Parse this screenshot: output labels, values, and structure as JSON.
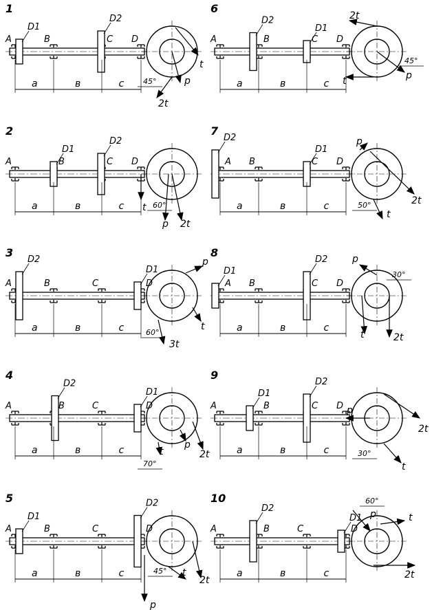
{
  "title": "Shaft loading schemes 1–10",
  "panels": [
    {
      "number": "1",
      "bearings": [
        "A",
        "B",
        "C",
        "D"
      ],
      "disks": [
        "D1",
        "D2"
      ],
      "dims": [
        "a",
        "в",
        "c"
      ],
      "forces": [
        "t",
        "p",
        "2t"
      ],
      "angle": "45°"
    },
    {
      "number": "2",
      "bearings": [
        "A",
        "B",
        "C",
        "D"
      ],
      "disks": [
        "D1",
        "D2"
      ],
      "dims": [
        "a",
        "в",
        "c"
      ],
      "forces": [
        "t",
        "p",
        "2t"
      ],
      "angle": "60°"
    },
    {
      "number": "3",
      "bearings": [
        "A",
        "B",
        "C",
        "D"
      ],
      "disks": [
        "D2",
        "D1"
      ],
      "dims": [
        "a",
        "в",
        "c"
      ],
      "forces": [
        "p",
        "t",
        "3t"
      ],
      "angle": "60°"
    },
    {
      "number": "4",
      "bearings": [
        "A",
        "B",
        "C",
        "D"
      ],
      "disks": [
        "D2",
        "D1"
      ],
      "dims": [
        "a",
        "в",
        "c"
      ],
      "forces": [
        "t",
        "p",
        "2t"
      ],
      "angle": "70°"
    },
    {
      "number": "5",
      "bearings": [
        "A",
        "B",
        "C",
        "D"
      ],
      "disks": [
        "D1",
        "D2"
      ],
      "dims": [
        "a",
        "в",
        "c"
      ],
      "forces": [
        "p",
        "t",
        "2t"
      ],
      "angle": "45°"
    },
    {
      "number": "6",
      "bearings": [
        "A",
        "B",
        "C",
        "D"
      ],
      "disks": [
        "D2",
        "D1"
      ],
      "dims": [
        "a",
        "в",
        "c"
      ],
      "forces": [
        "2t",
        "p",
        "t"
      ],
      "angle": "45°"
    },
    {
      "number": "7",
      "bearings": [
        "A",
        "B",
        "C",
        "D"
      ],
      "disks": [
        "D2",
        "D1"
      ],
      "dims": [
        "a",
        "в",
        "c"
      ],
      "forces": [
        "p",
        "2t",
        "t"
      ],
      "angle": "50°"
    },
    {
      "number": "8",
      "bearings": [
        "A",
        "B",
        "C",
        "D"
      ],
      "disks": [
        "D1",
        "D2"
      ],
      "dims": [
        "a",
        "в",
        "c"
      ],
      "forces": [
        "p",
        "t",
        "2t"
      ],
      "angle": "30°"
    },
    {
      "number": "9",
      "bearings": [
        "A",
        "B",
        "C",
        "D"
      ],
      "disks": [
        "D1",
        "D2"
      ],
      "dims": [
        "a",
        "в",
        "c"
      ],
      "forces": [
        "p",
        "2t",
        "t"
      ],
      "angle": "30°"
    },
    {
      "number": "10",
      "bearings": [
        "A",
        "B",
        "C",
        "D"
      ],
      "disks": [
        "D2",
        "D1"
      ],
      "dims": [
        "a",
        "в",
        "c"
      ],
      "forces": [
        "p",
        "t",
        "2t"
      ],
      "angle": "60°"
    }
  ]
}
